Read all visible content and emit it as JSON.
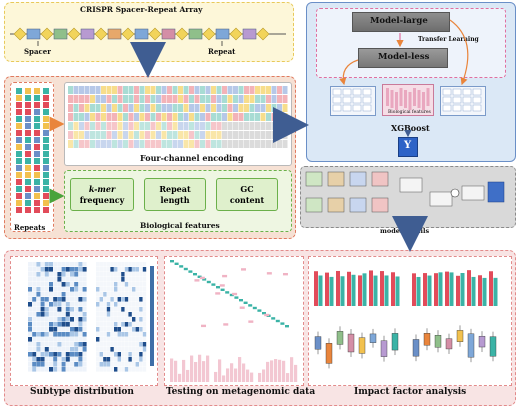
{
  "top_left": {
    "title": "CRISPR Spacer-Repeat Array",
    "spacer_label": "Spacer",
    "repeat_label": "Repeat"
  },
  "encoding": {
    "repeats_label": "Repeats",
    "four_channel_label": "Four-channel encoding",
    "features": [
      "k-mer frequency",
      "Repeat length",
      "GC content"
    ],
    "feature_k": "k-mer",
    "feature_k_rest": "frequency",
    "feature_repeat_1": "Repeat",
    "feature_repeat_2": "length",
    "feature_gc_1": "GC",
    "feature_gc_2": "content",
    "biological_features_label": "Biological features"
  },
  "model": {
    "model_large": "Model-large",
    "transfer_learning": "Transfer Learning",
    "model_less": "Model-less",
    "biological_features_small": "Biological features",
    "xgboost": "XGBoost",
    "output": "Y",
    "model_details": "model details"
  },
  "bottom": {
    "subtype_distribution": "Subtype distribution",
    "testing_metagenomic": "Testing on metagenomic data",
    "impact_factor": "Impact factor analysis"
  },
  "colors": {
    "top_left_bg": "#fdf7d9",
    "top_left_border": "#e8c95a",
    "encoding_bg": "#f6e1d4",
    "encoding_border": "#e07a5f",
    "model_bg": "#dbe8f6",
    "model_border": "#6a8fc7",
    "bottom_bg": "#f8e4e4",
    "bottom_border": "#e28b8b",
    "feature_bg": "#eef6e2",
    "feature_border": "#6bb04a",
    "arrow_blue": "#3f5d92",
    "arrow_orange": "#e9853c",
    "arrow_green": "#4aa33b",
    "bar_red": "#e24b5a",
    "bar_teal": "#3bb3a6"
  }
}
